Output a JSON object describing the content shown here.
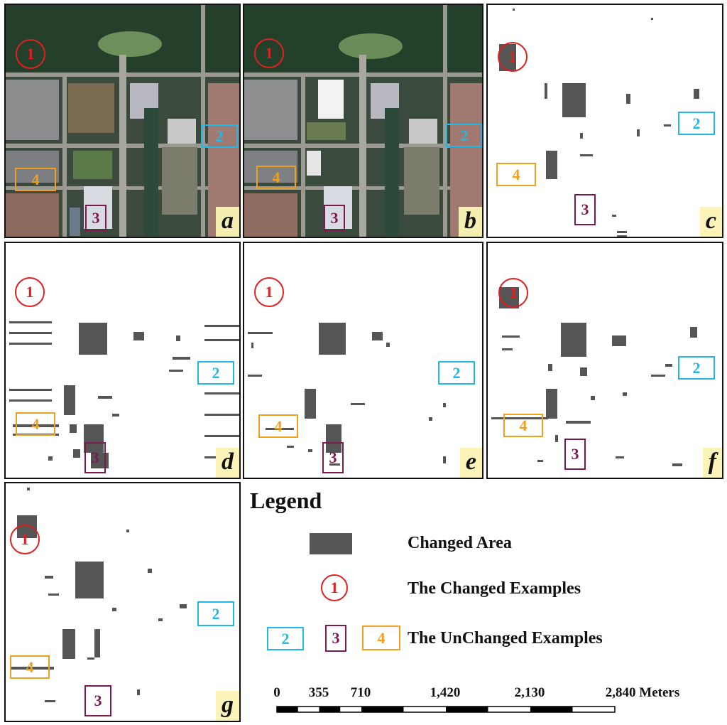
{
  "panels": [
    {
      "id": "a",
      "label": "a",
      "kind": "satellite"
    },
    {
      "id": "b",
      "label": "b",
      "kind": "satellite"
    },
    {
      "id": "c",
      "label": "c",
      "kind": "change-map"
    },
    {
      "id": "d",
      "label": "d",
      "kind": "change-map"
    },
    {
      "id": "e",
      "label": "e",
      "kind": "change-map"
    },
    {
      "id": "f",
      "label": "f",
      "kind": "change-map"
    },
    {
      "id": "g",
      "label": "g",
      "kind": "change-map"
    }
  ],
  "markers": {
    "m1": "1",
    "m2": "2",
    "m3": "3",
    "m4": "4"
  },
  "legend": {
    "title": "Legend",
    "changed_area": "Changed Area",
    "changed_examples": "The Changed Examples",
    "unchanged_examples": "The UnChanged Examples",
    "changed_color": "#555555"
  },
  "scale_bar": {
    "ticks": [
      "0",
      "355",
      "710",
      "1,420",
      "2,130",
      "2,840 Meters"
    ],
    "values": [
      0,
      355,
      710,
      1420,
      2130,
      2840
    ],
    "unit": "Meters"
  },
  "colors": {
    "marker1": "#e02020",
    "marker2": "#23b7e8",
    "marker3": "#7a1a4e",
    "marker4": "#f0a020"
  }
}
